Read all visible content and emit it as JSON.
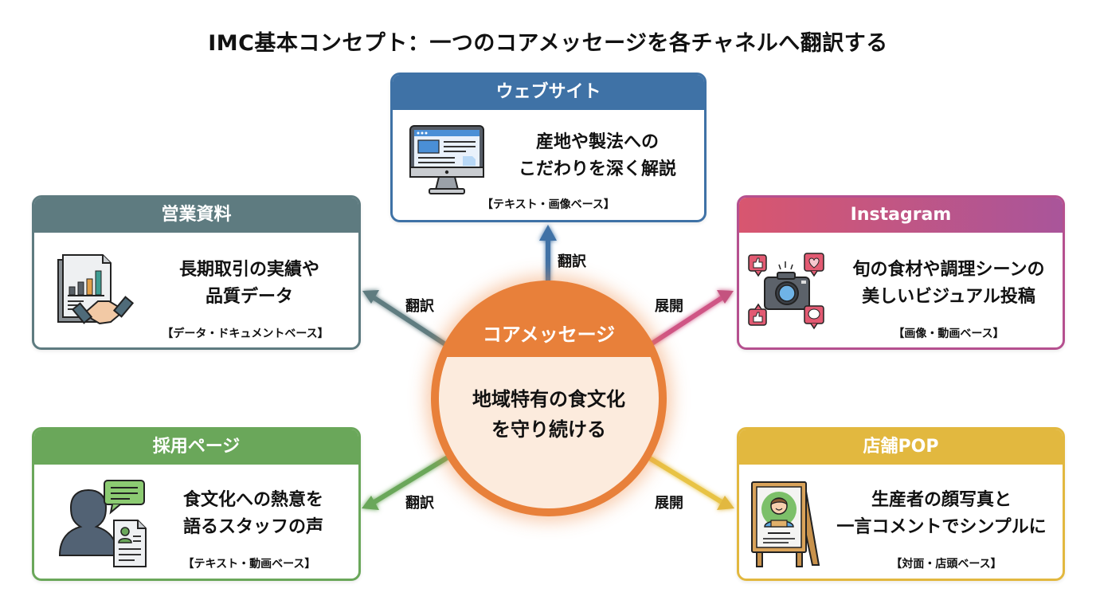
{
  "title": "IMC基本コンセプト：一つのコアメッセージを各チャネルへ翻訳する",
  "core": {
    "label": "コアメッセージ",
    "message_line1": "地域特有の食文化",
    "message_line2": "を守り続ける",
    "color": "#e8803a"
  },
  "channels": {
    "website": {
      "title": "ウェブサイト",
      "line1": "産地や製法への",
      "line2": "こだわりを深く解説",
      "note": "【テキスト・画像ベース】",
      "icon": "monitor-icon",
      "color": "#3f72a6",
      "arrow_label": "翻訳"
    },
    "sales": {
      "title": "営業資料",
      "line1": "長期取引の実績や",
      "line2": "品質データ",
      "note": "【データ・ドキュメントベース】",
      "icon": "document-handshake-icon",
      "color": "#5e7b80",
      "arrow_label": "翻訳"
    },
    "instagram": {
      "title": "Instagram",
      "line1": "旬の食材や調理シーンの",
      "line2": "美しいビジュアル投稿",
      "note": "【画像・動画ベース】",
      "icon": "camera-social-icon",
      "color": "#c4527f",
      "arrow_label": "展開"
    },
    "recruit": {
      "title": "採用ページ",
      "line1": "食文化への熱意を",
      "line2": "語るスタッフの声",
      "note": "【テキスト・動画ベース】",
      "icon": "person-speech-icon",
      "color": "#6aa75a",
      "arrow_label": "翻訳"
    },
    "pop": {
      "title": "店舗POP",
      "line1": "生産者の顔写真と",
      "line2": "一言コメントでシンプルに",
      "note": "【対面・店頭ベース】",
      "icon": "signboard-icon",
      "color": "#e2b83f",
      "arrow_label": "展開"
    }
  }
}
